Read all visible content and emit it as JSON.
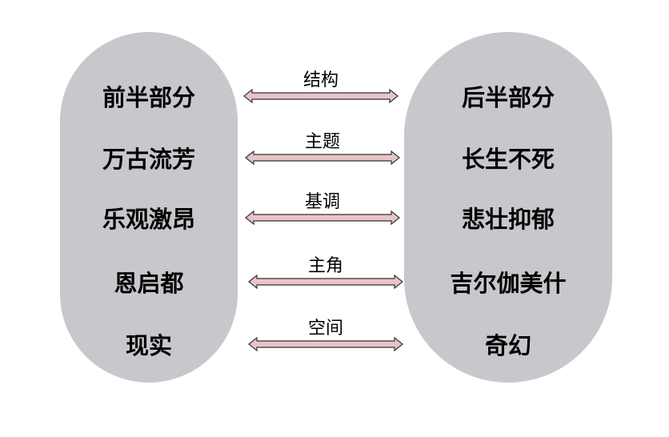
{
  "left": {
    "items": [
      "前半部分",
      "万古流芳",
      "乐观激昂",
      "恩启都",
      "现实"
    ]
  },
  "right": {
    "items": [
      "后半部分",
      "长生不死",
      "悲壮抑郁",
      "吉尔伽美什",
      "奇幻"
    ]
  },
  "relations": [
    "结构",
    "主题",
    "基调",
    "主角",
    "空间"
  ],
  "colors": {
    "pill": "#c8c7cc",
    "arrow_fill": "#e8c4c8",
    "arrow_stroke": "#333333"
  }
}
